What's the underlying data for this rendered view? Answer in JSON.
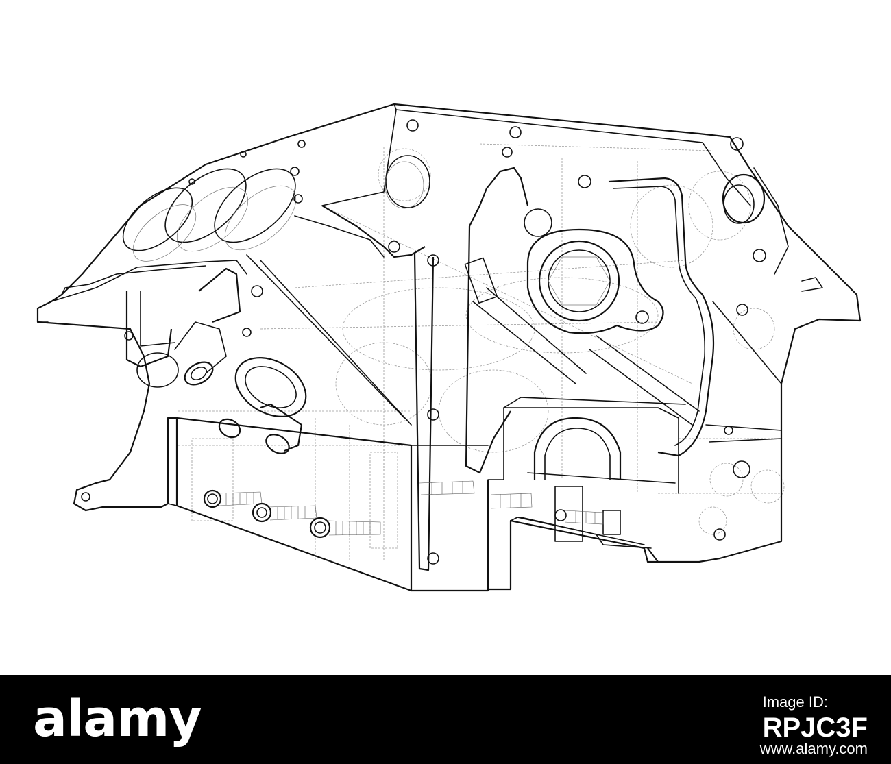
{
  "illustration": {
    "subject_icon": "engine-block-wireframe",
    "line_color": "#111111",
    "hidden_line_color": "#9a9a9a",
    "background_color": "#ffffff"
  },
  "watermark": {
    "logo_text": "alamy",
    "id_label": "Image ID:",
    "id_value": "RPJC3F",
    "url": "www.alamy.com",
    "band_color": "#000000",
    "text_color": "#ffffff"
  }
}
